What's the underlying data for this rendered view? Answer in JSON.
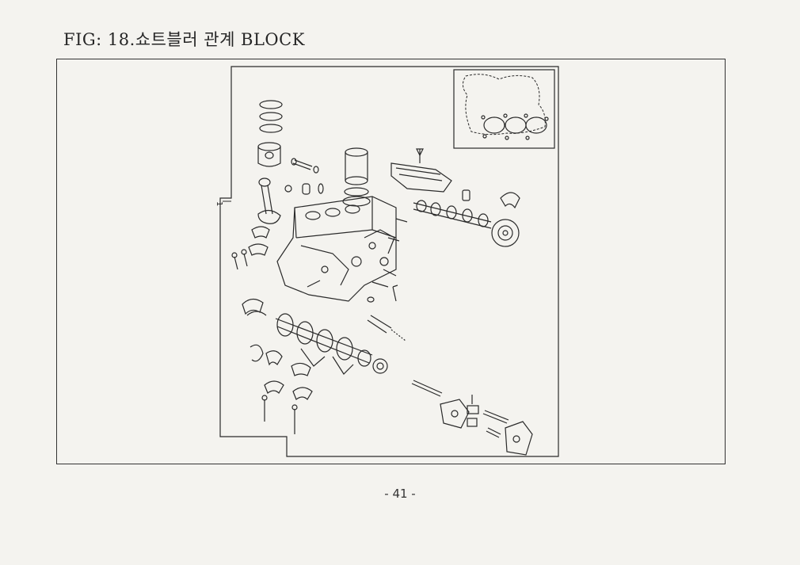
{
  "page": {
    "figure_title": "FIG: 18.쇼트블러 관계 BLOCK",
    "callout_number": "1",
    "page_number": "- 41 -"
  }
}
